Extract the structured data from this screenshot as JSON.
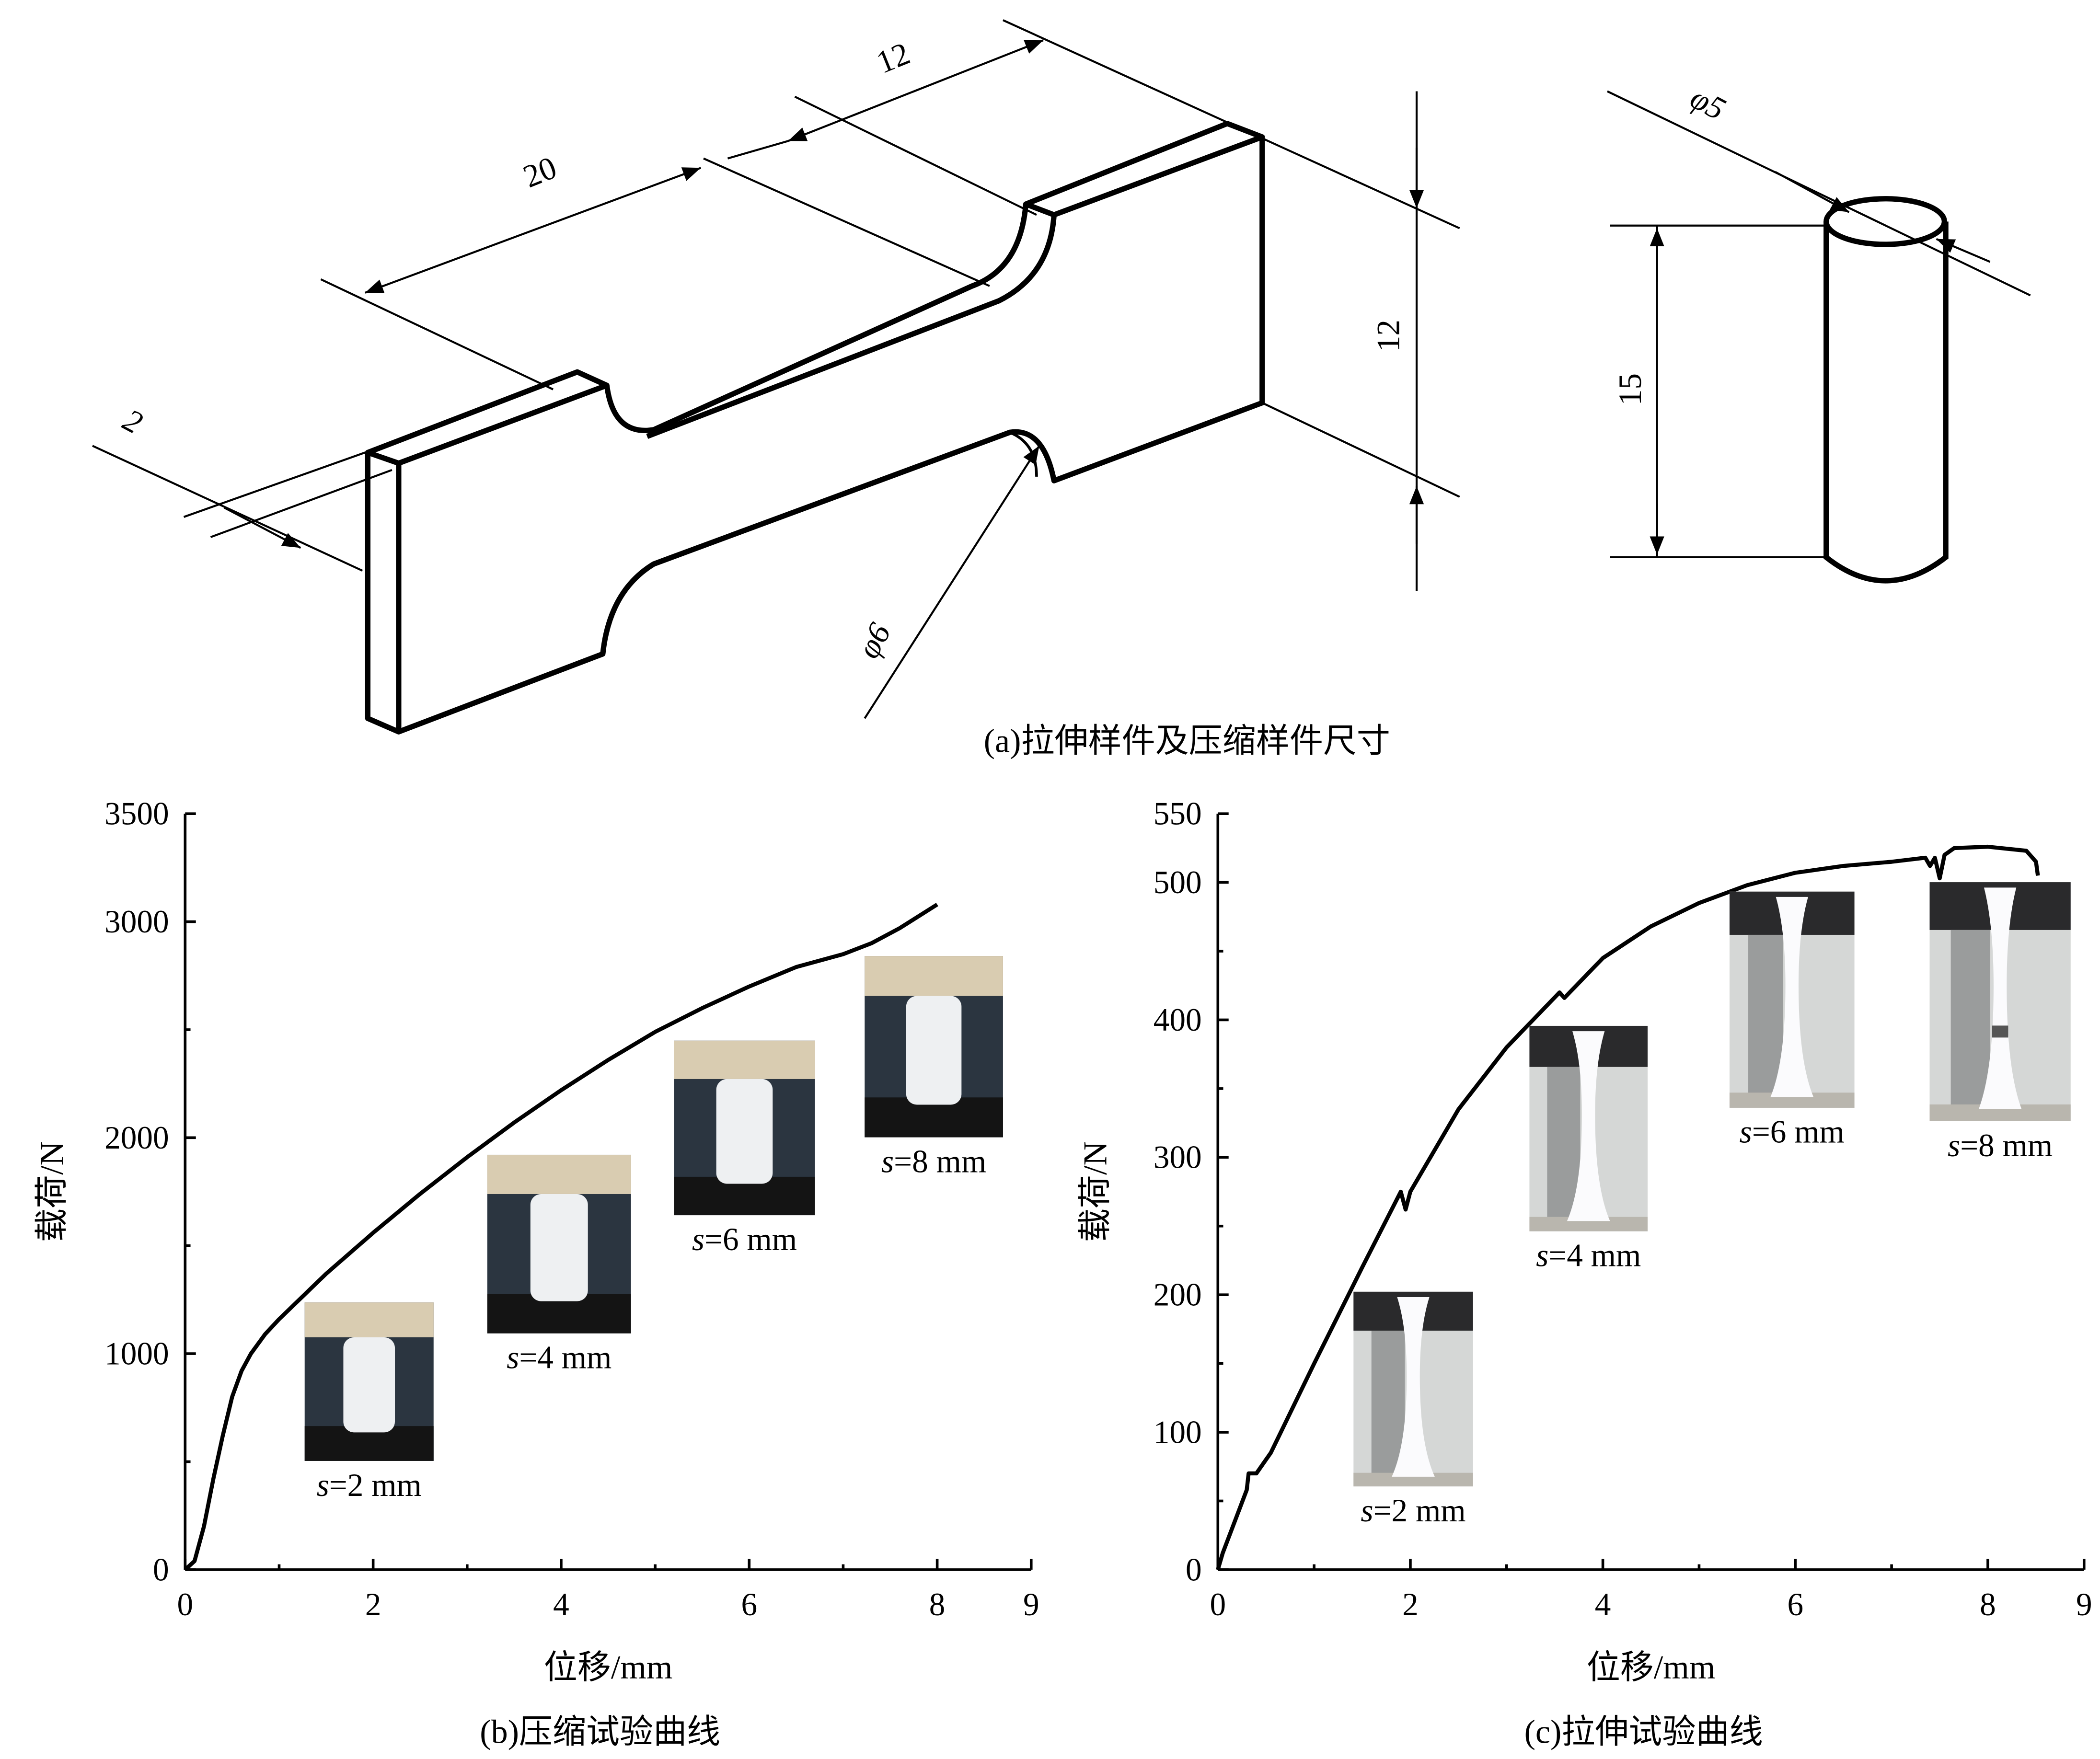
{
  "figure_a": {
    "caption": "(a)拉伸样件及压缩样件尺寸",
    "dims": {
      "length_20": "20",
      "length_12_top": "12",
      "height_12": "12",
      "thickness_2": "2",
      "radius_phi6": "φ6",
      "cyl_diameter": "φ5",
      "cyl_height": "15"
    }
  },
  "chart_data": [
    {
      "type": "line",
      "caption": "(b)压缩试验曲线",
      "xlabel": "位移/mm",
      "ylabel": "载荷/N",
      "xlim": [
        0,
        9
      ],
      "ylim": [
        0,
        3500
      ],
      "xticks": [
        "0",
        "2",
        "4",
        "6",
        "8",
        "9"
      ],
      "xtick_values": [
        0,
        2,
        4,
        6,
        8,
        9
      ],
      "yticks": [
        "0",
        "1000",
        "2000",
        "3000",
        "3500"
      ],
      "ytick_values": [
        0,
        1000,
        2000,
        3000,
        3500
      ],
      "x": [
        0,
        0.1,
        0.2,
        0.3,
        0.4,
        0.5,
        0.6,
        0.7,
        0.85,
        1,
        1.5,
        2,
        2.5,
        3,
        3.5,
        4,
        4.5,
        5,
        5.5,
        6,
        6.5,
        7,
        7.3,
        7.6,
        8
      ],
      "y": [
        0,
        40,
        200,
        420,
        620,
        800,
        920,
        1000,
        1090,
        1160,
        1370,
        1560,
        1740,
        1910,
        2070,
        2220,
        2360,
        2490,
        2600,
        2700,
        2790,
        2850,
        2900,
        2970,
        3080
      ],
      "insets": [
        {
          "label_var": "s",
          "label_rest": "=2 mm",
          "kind": "compression"
        },
        {
          "label_var": "s",
          "label_rest": "=4 mm",
          "kind": "compression"
        },
        {
          "label_var": "s",
          "label_rest": "=6 mm",
          "kind": "compression"
        },
        {
          "label_var": "s",
          "label_rest": "=8 mm",
          "kind": "compression"
        }
      ]
    },
    {
      "type": "line",
      "caption": "(c)拉伸试验曲线",
      "xlabel": "位移/mm",
      "ylabel": "载荷/N",
      "xlim": [
        0,
        9
      ],
      "ylim": [
        0,
        550
      ],
      "xticks": [
        "0",
        "2",
        "4",
        "6",
        "8",
        "9"
      ],
      "xtick_values": [
        0,
        2,
        4,
        6,
        8,
        9
      ],
      "yticks": [
        "0",
        "100",
        "200",
        "300",
        "400",
        "500",
        "550"
      ],
      "ytick_values": [
        0,
        100,
        200,
        300,
        400,
        500,
        550
      ],
      "x": [
        0,
        0.05,
        0.3,
        0.32,
        0.4,
        0.5,
        0.55,
        1,
        1.5,
        1.9,
        1.95,
        2.0,
        2.5,
        3,
        3.55,
        3.6,
        4,
        4.5,
        5,
        5.5,
        6,
        6.5,
        7,
        7.35,
        7.4,
        7.45,
        7.5,
        7.55,
        7.65,
        8,
        8.4,
        8.5,
        8.52
      ],
      "y": [
        0,
        12,
        58,
        70,
        70,
        80,
        85,
        150,
        220,
        275,
        262,
        275,
        335,
        380,
        420,
        416,
        445,
        468,
        485,
        498,
        507,
        512,
        515,
        518,
        512,
        518,
        503,
        520,
        525,
        526,
        523,
        515,
        505
      ],
      "insets": [
        {
          "label_var": "s",
          "label_rest": "=2 mm",
          "kind": "tension"
        },
        {
          "label_var": "s",
          "label_rest": "=4 mm",
          "kind": "tension"
        },
        {
          "label_var": "s",
          "label_rest": "=6 mm",
          "kind": "tension"
        },
        {
          "label_var": "s",
          "label_rest": "=8 mm",
          "kind": "tension-broken"
        }
      ]
    }
  ]
}
